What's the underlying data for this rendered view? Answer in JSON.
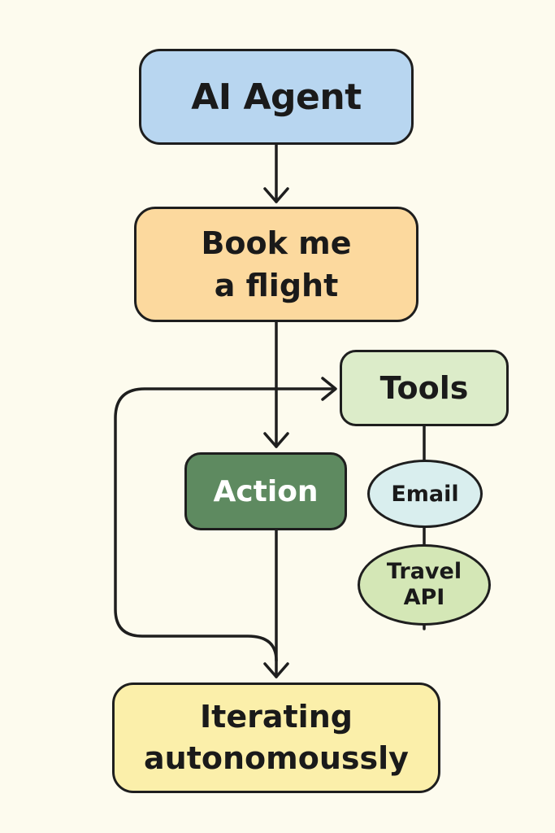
{
  "colors": {
    "background": "#fdfbee",
    "stroke": "#1e1e1e",
    "agent_fill": "#b8d6f0",
    "book_fill": "#fcd99e",
    "tools_fill": "#dcecc9",
    "action_fill": "#5e8a60",
    "email_fill": "#d9eeee",
    "travel_fill": "#d4e7b6",
    "iterating_fill": "#fbefaa"
  },
  "nodes": {
    "agent": {
      "label": "AI Agent"
    },
    "book": {
      "line1": "Book me",
      "line2": "a flight"
    },
    "tools": {
      "label": "Tools"
    },
    "action": {
      "label": "Action"
    },
    "email": {
      "label": "Email"
    },
    "travel": {
      "line1": "Travel",
      "line2": "API"
    },
    "iterating": {
      "line1": "Iterating",
      "line2": "autonomoussly"
    }
  }
}
